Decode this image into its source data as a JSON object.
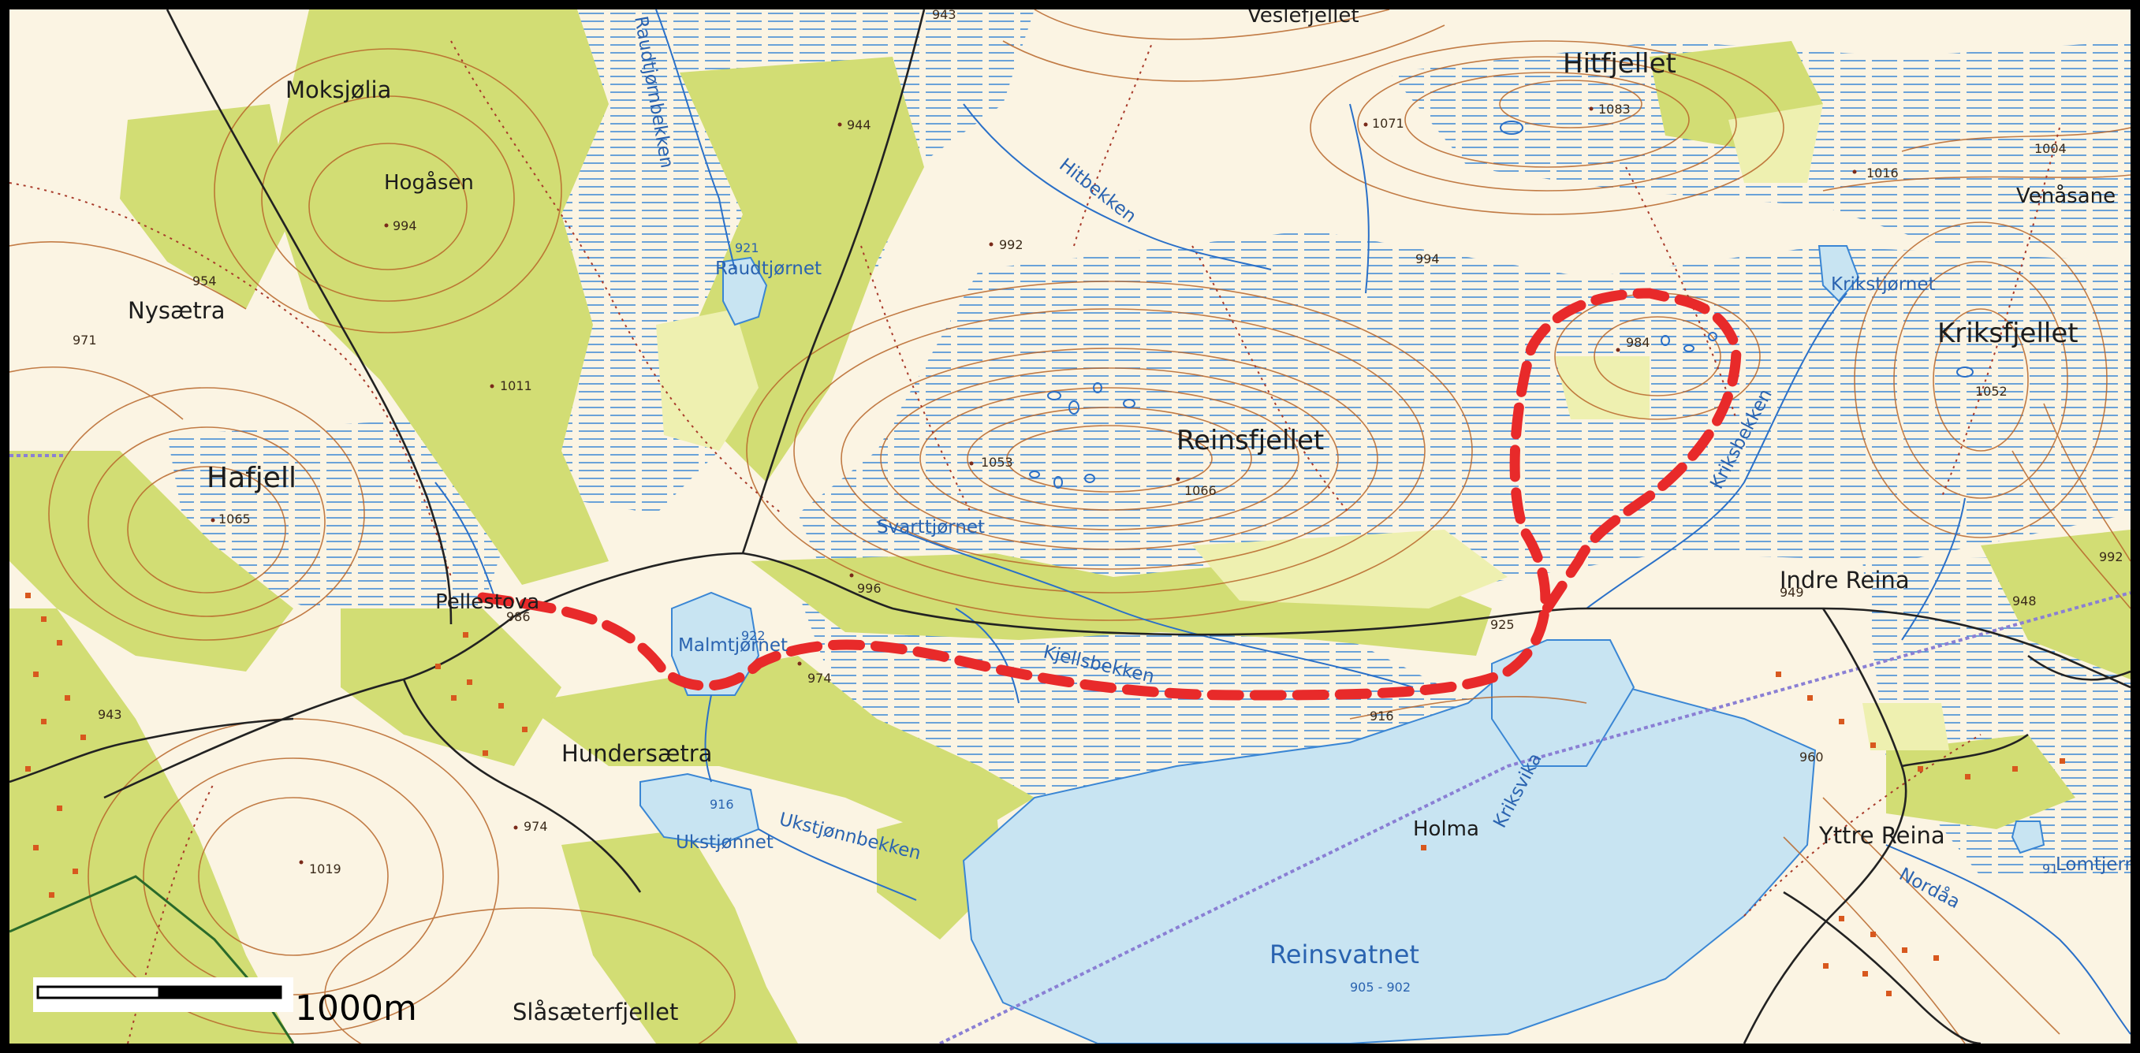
{
  "map": {
    "places": {
      "moksjolia": "Moksjølia",
      "hogasen": "Hogåsen",
      "nysaetra": "Nysætra",
      "hafjell": "Hafjell",
      "pellestova": "Pellestova",
      "hundersaetra": "Hundersætra",
      "slasaeterfjellet": "Slåsæterfjellet",
      "hitfjellet": "Hitfjellet",
      "veslefjellet": "Veslefjellet",
      "venasane": "Venåsane",
      "kriksfjellet": "Kriksfjellet",
      "reinsfjellet": "Reinsfjellet",
      "indre_reina": "Indre Reina",
      "yttre_reina": "Yttre Reina",
      "holma": "Holma"
    },
    "water": {
      "raudtjornbekken": "Raudtjørnbekken",
      "raudtjornet": "Raudtjørnet",
      "hitbekken": "Hitbekken",
      "svarttjornet": "Svarttjørnet",
      "malmtjornet": "Malmtjørnet",
      "kjellsbekken": "Kjellsbekken",
      "ukstjonnet": "Ukstjønnet",
      "ukstjonnbekken": "Ukstjønnbekken",
      "krikstjornet": "Krikstjørnet",
      "kriksbekken": "Kriksbekken",
      "kriksvika": "Kriksvika",
      "reinsvatnet": "Reinsvatnet",
      "reinsvatnet_level": "905 - 902",
      "nordaa": "Nordåa",
      "lomtjern": "Lomtjern"
    },
    "heights": [
      {
        "value": "943",
        "name": "height-943-top"
      },
      {
        "value": "944",
        "name": "height-944"
      },
      {
        "value": "994",
        "name": "height-994-hogasen"
      },
      {
        "value": "954",
        "name": "height-954"
      },
      {
        "value": "971",
        "name": "height-971"
      },
      {
        "value": "1011",
        "name": "height-1011"
      },
      {
        "value": "1065",
        "name": "height-1065"
      },
      {
        "value": "986",
        "name": "height-986"
      },
      {
        "value": "943",
        "name": "height-943-left"
      },
      {
        "value": "974",
        "name": "height-974-south"
      },
      {
        "value": "1019",
        "name": "height-1019"
      },
      {
        "value": "921",
        "name": "height-921"
      },
      {
        "value": "992",
        "name": "height-992"
      },
      {
        "value": "1071",
        "name": "height-1071"
      },
      {
        "value": "1083",
        "name": "height-1083"
      },
      {
        "value": "994",
        "name": "height-994-hitfjellet"
      },
      {
        "value": "1016",
        "name": "height-1016"
      },
      {
        "value": "1004",
        "name": "height-1004"
      },
      {
        "value": "984",
        "name": "height-984"
      },
      {
        "value": "1052",
        "name": "height-1052"
      },
      {
        "value": "1053",
        "name": "height-1053"
      },
      {
        "value": "1066",
        "name": "height-1066"
      },
      {
        "value": "996",
        "name": "height-996"
      },
      {
        "value": "922",
        "name": "height-922"
      },
      {
        "value": "974",
        "name": "height-974-malm"
      },
      {
        "value": "925",
        "name": "height-925"
      },
      {
        "value": "916",
        "name": "height-916-east"
      },
      {
        "value": "916",
        "name": "height-916-ukst"
      },
      {
        "value": "948",
        "name": "height-948"
      },
      {
        "value": "992",
        "name": "height-992-east"
      },
      {
        "value": "960",
        "name": "height-960"
      },
      {
        "value": "949",
        "name": "height-949"
      },
      {
        "value": "91",
        "name": "height-91"
      }
    ],
    "scale_bar": {
      "label": "1000m"
    },
    "colors": {
      "forest": "#d2dd74",
      "forest_light": "#eef0b0",
      "open_land": "#fbf4e3",
      "marsh": "#2f7fd0",
      "water": "#c8e4f2",
      "contour": "#b8662a",
      "route": "#e82a2a",
      "road": "#222222",
      "powerline": "#8a7fd4"
    }
  }
}
